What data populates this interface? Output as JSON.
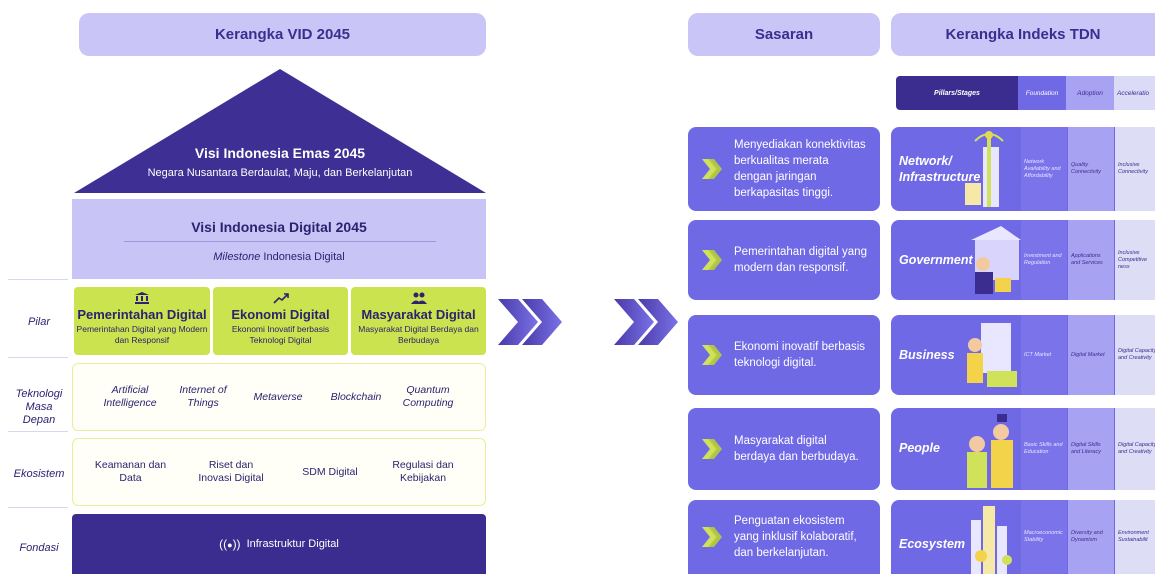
{
  "left": {
    "header": "Kerangka VID 2045",
    "roof": {
      "title": "Visi Indonesia Emas 2045",
      "subtitle": "Negara Nusantara Berdaulat, Maju, dan Berkelanjutan"
    },
    "visi_digital": {
      "title": "Visi Indonesia Digital 2045",
      "subtitle_italic": "Milestone",
      "subtitle_rest": " Indonesia Digital"
    },
    "row_labels": {
      "pilar": "Pilar",
      "teknologi": "Teknologi Masa Depan",
      "ekosistem": "Ekosistem",
      "fondasi": "Fondasi"
    },
    "pillars": [
      {
        "title": "Pemerintahan Digital",
        "desc": "Pemerintahan Digital yang Modern dan Responsif",
        "icon": "bank-icon"
      },
      {
        "title": "Ekonomi Digital",
        "desc": "Ekonomi Inovatif berbasis Teknologi Digital",
        "icon": "chart-up-icon"
      },
      {
        "title": "Masyarakat Digital",
        "desc": "Masyarakat Digital Berdaya dan Berbudaya",
        "icon": "people-icon"
      }
    ],
    "teknologi": [
      "Artificial Intelligence",
      "Internet of Things",
      "Metaverse",
      "Blockchain",
      "Quantum Computing"
    ],
    "ekosistem": [
      "Keamanan dan Data",
      "Riset dan Inovasi Digital",
      "SDM Digital",
      "Regulasi dan Kebijakan"
    ],
    "fondasi": {
      "label": "Infrastruktur Digital",
      "icon": "antenna-icon"
    }
  },
  "right": {
    "sasaran_header": "Sasaran",
    "tdn_header": "Kerangka Indeks TDN",
    "columns": [
      "Pillars/Stages",
      "Foundation",
      "Adoption",
      "Acceleratio"
    ],
    "sasaran": [
      "Menyediakan konektivitas berkualitas merata dengan jaringan berkapasitas tinggi.",
      "Pemerintahan digital yang modern dan responsif.",
      "Ekonomi inovatif berbasis teknologi digital.",
      "Masyarakat digital berdaya dan berbudaya.",
      "Penguatan ekosistem yang inklusif kolaboratif, dan berkelanjutan."
    ],
    "pillars": [
      {
        "name": "Network/ Infrastructure",
        "foundation": "Network Availability and Affordability",
        "adoption": "Quality Connectivity",
        "acceleration": "Inclusive Connectivity"
      },
      {
        "name": "Government",
        "foundation": "Investment and Regulation",
        "adoption": "Applications and Services",
        "acceleration": "Inclusive Competitive ness"
      },
      {
        "name": "Business",
        "foundation": "ICT Market",
        "adoption": "Digital Market",
        "acceleration": "Digital Capacity and Creativity"
      },
      {
        "name": "People",
        "foundation": "Basic Skills and Education",
        "adoption": "Digital Skills and Literacy",
        "acceleration": "Digital Capacity and Creativity"
      },
      {
        "name": "Ecosystem",
        "foundation": "Macroeconomic Stability",
        "adoption": "Diversity and Dynamism",
        "acceleration": "Environment Sustainabilit"
      }
    ]
  },
  "colors": {
    "dark": "#3b2d8f",
    "roof": "#3d2f94",
    "lavender": "#c9c6f7",
    "lime": "#cbe34e",
    "card": "#6f69e6",
    "arrow": "#cfe25a"
  }
}
